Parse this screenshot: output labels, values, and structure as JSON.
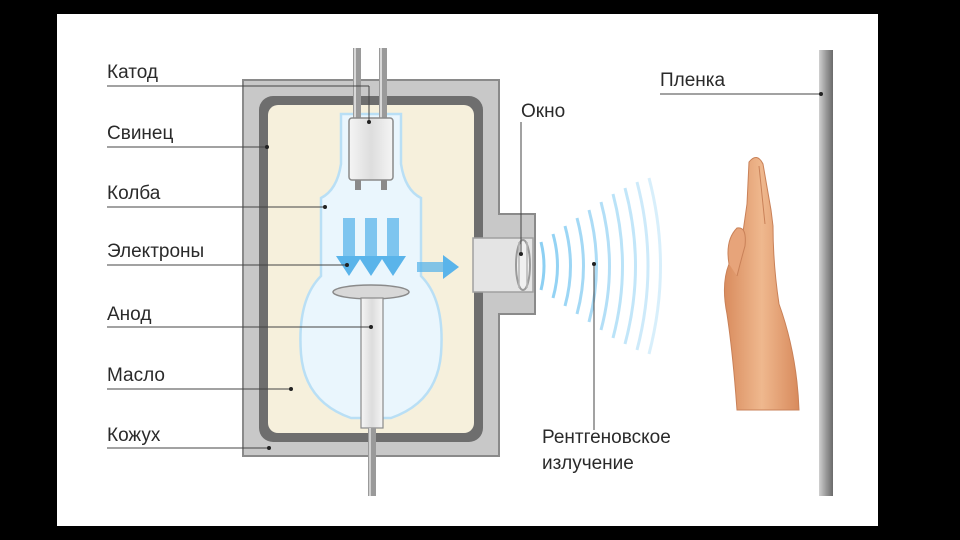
{
  "labels": {
    "cathode": "Катод",
    "lead": "Свинец",
    "bulb": "Колба",
    "electrons": "Электроны",
    "anode": "Анод",
    "oil": "Масло",
    "casing": "Кожух",
    "window": "Окно",
    "film": "Пленка",
    "xray_line1": "Рентгеновское",
    "xray_line2": "излучение"
  },
  "colors": {
    "background": "#000000",
    "canvas": "#ffffff",
    "casing": "#c8c8c8",
    "lead": "#6e6e6e",
    "oil": "#f6f0dc",
    "bulb": "#eaf6fd",
    "beam": "#5ab4ea",
    "hand": "#e8a878"
  }
}
